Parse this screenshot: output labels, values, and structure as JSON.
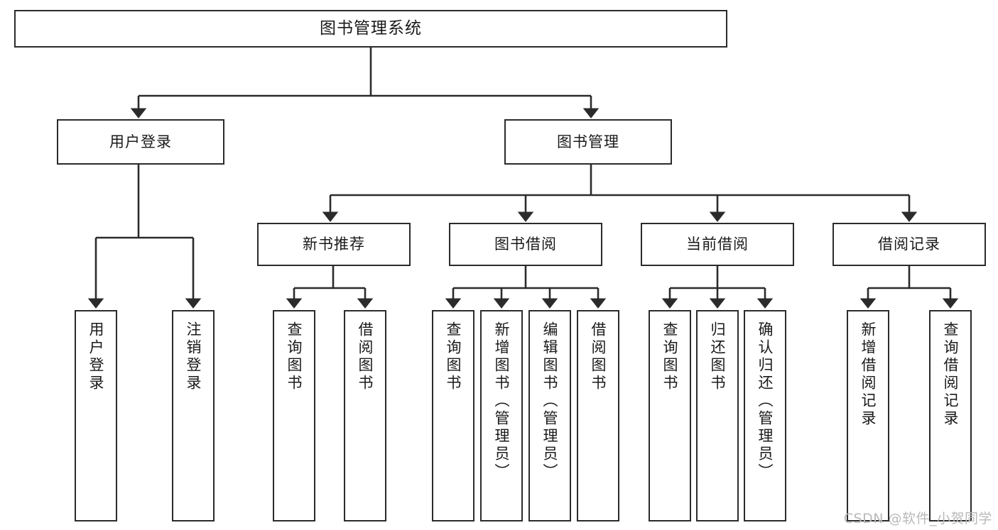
{
  "diagram": {
    "title": "图书管理系统",
    "type": "tree-hierarchy-chart",
    "accent_color": "#2b2b2b",
    "background_color": "#ffffff",
    "root": {
      "id": "root",
      "label": "图书管理系统"
    },
    "level2": [
      {
        "id": "user-login",
        "label": "用户登录"
      },
      {
        "id": "book-manage",
        "label": "图书管理"
      }
    ],
    "level3": [
      {
        "id": "new-book-rec",
        "label": "新书推荐",
        "parent": "book-manage"
      },
      {
        "id": "book-borrow",
        "label": "图书借阅",
        "parent": "book-manage"
      },
      {
        "id": "current-borrow",
        "label": "当前借阅",
        "parent": "book-manage"
      },
      {
        "id": "borrow-record",
        "label": "借阅记录",
        "parent": "book-manage"
      }
    ],
    "leaves": {
      "user_login": [
        {
          "id": "leaf-user-login",
          "label": "用户登录"
        },
        {
          "id": "leaf-user-logout",
          "label": "注销登录"
        }
      ],
      "new_book_rec": [
        {
          "id": "leaf-query-book-1",
          "label": "查询图书"
        },
        {
          "id": "leaf-borrow-book-1",
          "label": "借阅图书"
        }
      ],
      "book_borrow": [
        {
          "id": "leaf-query-book-2",
          "label": "查询图书"
        },
        {
          "id": "leaf-add-book",
          "label": "新增图书（管理员）"
        },
        {
          "id": "leaf-edit-book",
          "label": "编辑图书（管理员）"
        },
        {
          "id": "leaf-borrow-book-2",
          "label": "借阅图书"
        }
      ],
      "current_borrow": [
        {
          "id": "leaf-query-book-3",
          "label": "查询图书"
        },
        {
          "id": "leaf-return-book",
          "label": "归还图书"
        },
        {
          "id": "leaf-confirm-return",
          "label": "确认归还（管理员）"
        }
      ],
      "borrow_record": [
        {
          "id": "leaf-add-record",
          "label": "新增借阅记录"
        },
        {
          "id": "leaf-query-record",
          "label": "查询借阅记录"
        }
      ]
    }
  },
  "watermark": {
    "text": "CSDN @软件_小贺同学"
  }
}
